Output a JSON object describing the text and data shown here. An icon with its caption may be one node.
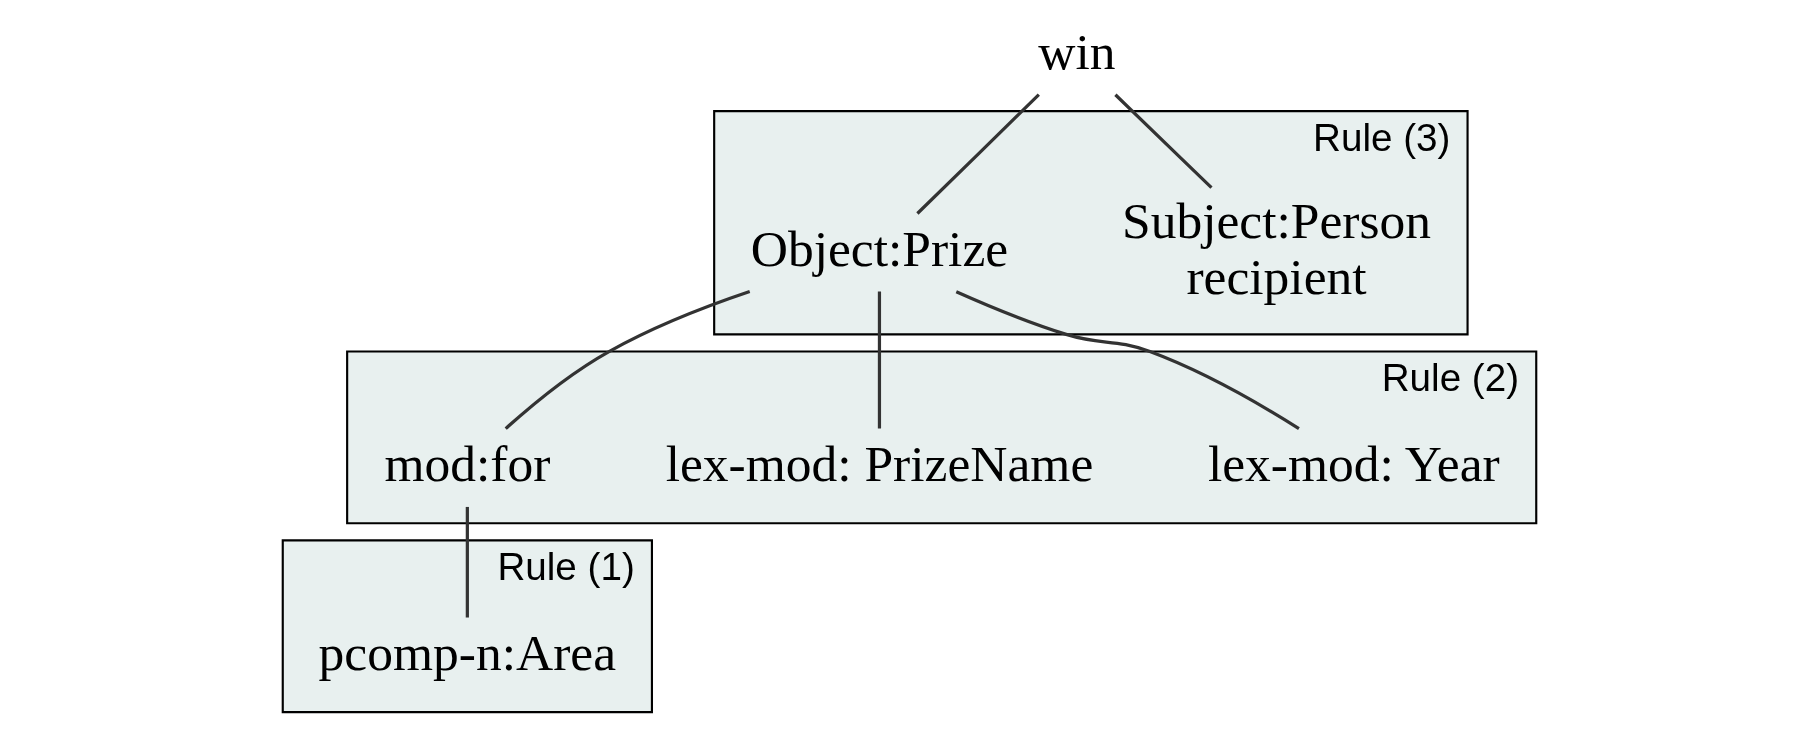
{
  "diagram": {
    "nodes": [
      {
        "text": [
          "win"
        ]
      },
      {
        "text": [
          "Rule (3)"
        ]
      },
      {
        "text": [
          "Subject:Person"
        ],
        "in": 1,
        "beside": [
          "recipient"
        ]
      },
      {
        "text": [
          "Object:Prize"
        ],
        "in": 1
      },
      {
        "text": [
          "Rule (2)"
        ]
      },
      {
        "text": [
          "lex-mod: Year"
        ],
        "in": 4
      },
      {
        "text": [
          "lex-mod: PrizeName"
        ],
        "in": 4
      },
      {
        "text": [
          "mod:for"
        ],
        "in": 4
      },
      {
        "text": [
          "Rule (1)"
        ]
      },
      {
        "text": [
          "pcomp-n:Area"
        ],
        "in": 8
      }
    ],
    "edges": [
      {
        "from": 0,
        "to": 2,
        "arrow": "none"
      },
      {
        "from": 0,
        "to": 3,
        "arrow": "none"
      },
      {
        "from": 3,
        "to": 5,
        "arrow": "none"
      },
      {
        "from": 3,
        "to": 6,
        "arrow": "none"
      },
      {
        "from": 3,
        "to": 7,
        "arrow": "none"
      },
      {
        "from": 7,
        "to": 9,
        "arrow": "none"
      }
    ]
  }
}
